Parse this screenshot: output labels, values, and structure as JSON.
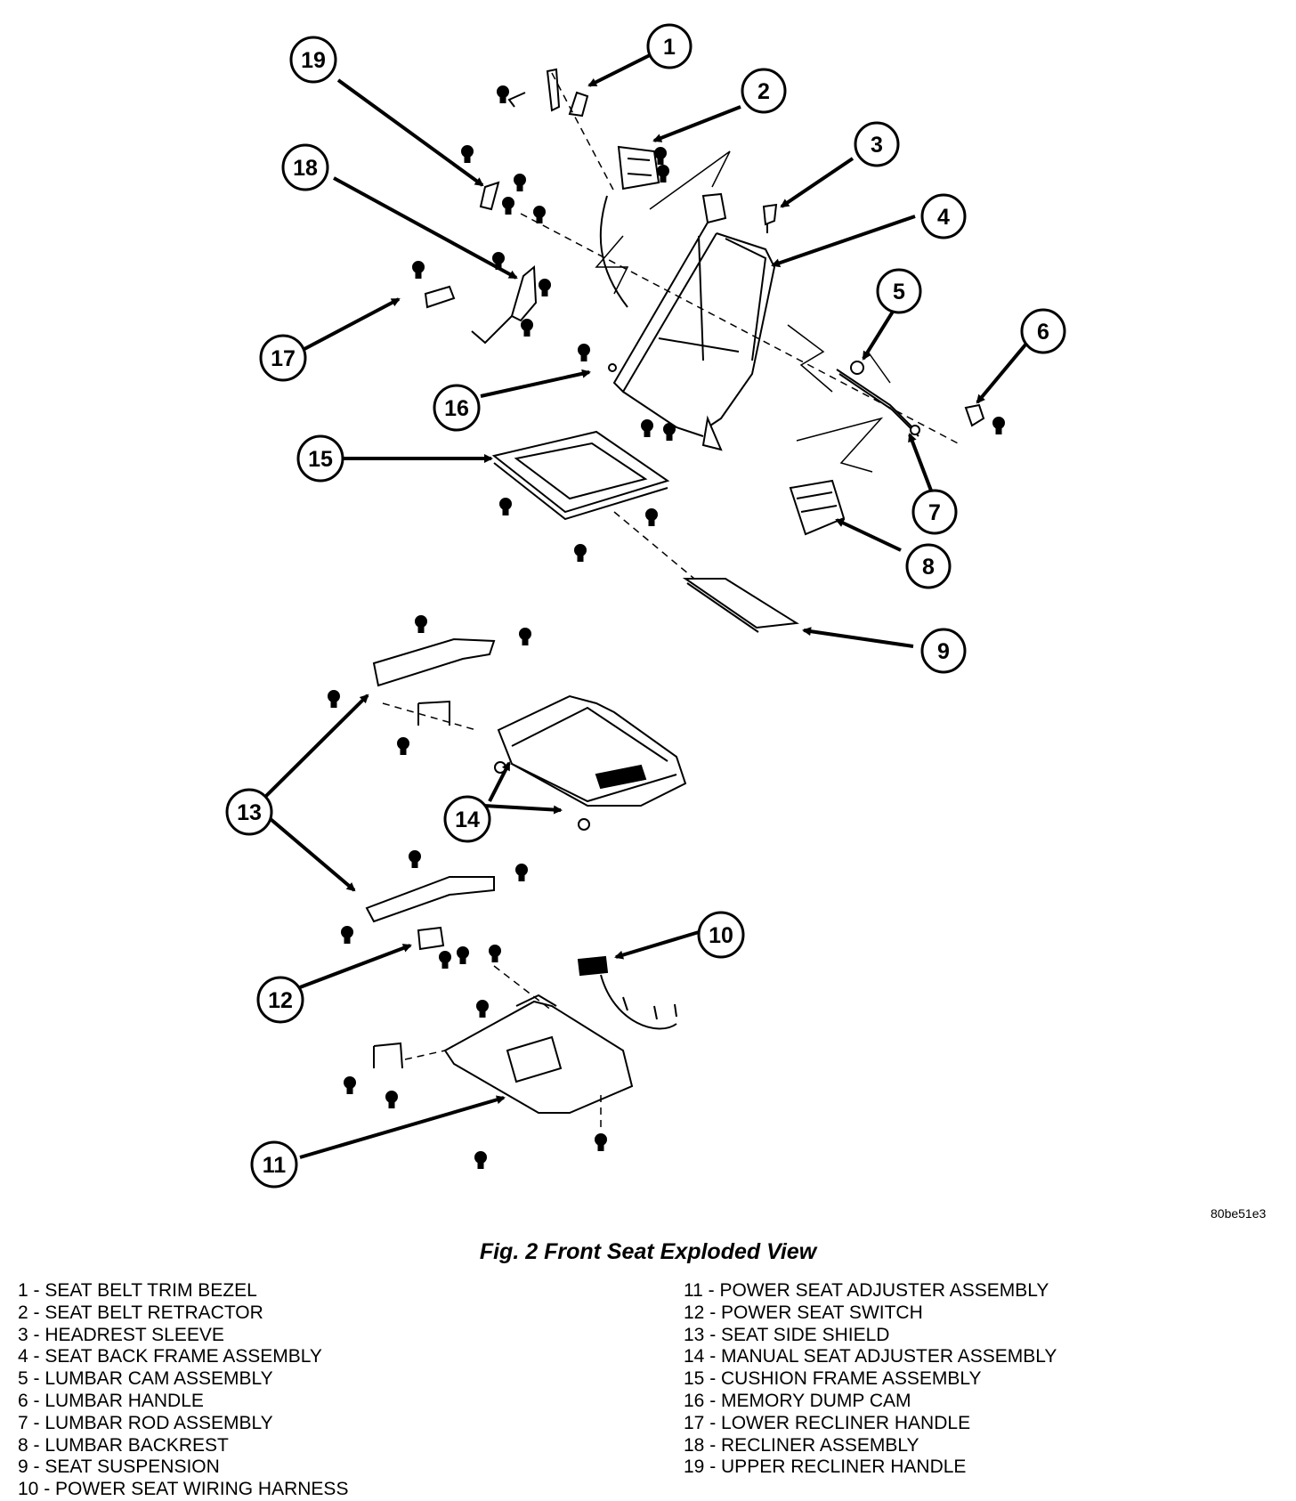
{
  "figure": {
    "title": "Fig. 2 Front Seat Exploded View",
    "image_code": "80be51e3"
  },
  "callouts": [
    "1",
    "2",
    "3",
    "4",
    "5",
    "6",
    "7",
    "8",
    "9",
    "10",
    "11",
    "12",
    "13",
    "14",
    "15",
    "16",
    "17",
    "18",
    "19"
  ],
  "legend": {
    "left": [
      "1 - SEAT BELT TRIM BEZEL",
      "2 - SEAT BELT RETRACTOR",
      "3 - HEADREST SLEEVE",
      "4 - SEAT BACK FRAME ASSEMBLY",
      "5 - LUMBAR CAM ASSEMBLY",
      "6 - LUMBAR HANDLE",
      "7 - LUMBAR ROD ASSEMBLY",
      "8 - LUMBAR BACKREST",
      "9 - SEAT SUSPENSION",
      "10 - POWER SEAT WIRING HARNESS"
    ],
    "right": [
      "11 - POWER SEAT ADJUSTER ASSEMBLY",
      "12 - POWER SEAT SWITCH",
      "13 - SEAT SIDE SHIELD",
      "14 - MANUAL SEAT ADJUSTER ASSEMBLY",
      "15 - CUSHION FRAME ASSEMBLY",
      "16 - MEMORY DUMP CAM",
      "17 - LOWER RECLINER HANDLE",
      "18 - RECLINER ASSEMBLY",
      "19 - UPPER RECLINER HANDLE"
    ]
  },
  "colors": {
    "ink": "#000000",
    "paper": "#ffffff"
  }
}
